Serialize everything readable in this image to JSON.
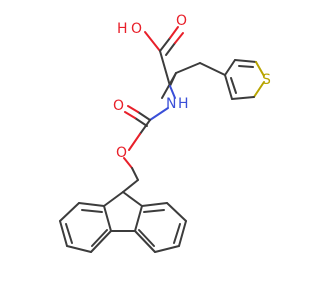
{
  "molecule": {
    "atoms": {
      "hydroxyl_h": "H",
      "hydroxyl_o": "O",
      "carbonyl_o_acid": "O",
      "amide_n": "N",
      "amide_h": "H",
      "carbamate_carbonyl_o": "O",
      "carbamate_ester_o": "O",
      "thiophene_s": "S"
    },
    "colors": {
      "carbon_bond": "#3c3c3c",
      "oxygen": "#e8202a",
      "nitrogen": "#3a4fd8",
      "sulfur": "#b8a400"
    }
  }
}
